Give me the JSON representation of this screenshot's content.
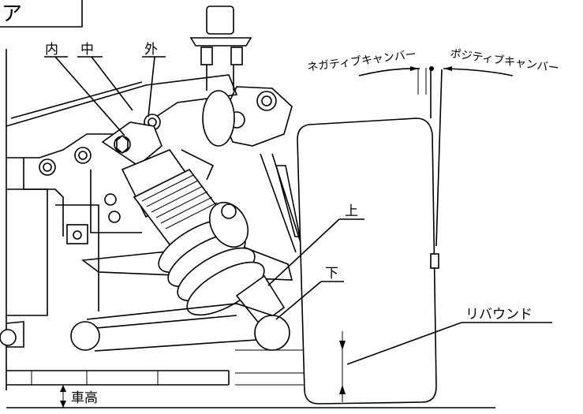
{
  "figure": {
    "corner_label": "ア",
    "labels": {
      "inner": "内",
      "middle": "中",
      "outer": "外",
      "upper": "上",
      "lower": "下",
      "rebound": "リバウンド",
      "ride_height": "車高",
      "negative_camber": "ネガティブキャンバー",
      "positive_camber": "ポジティブキャンバー"
    }
  }
}
